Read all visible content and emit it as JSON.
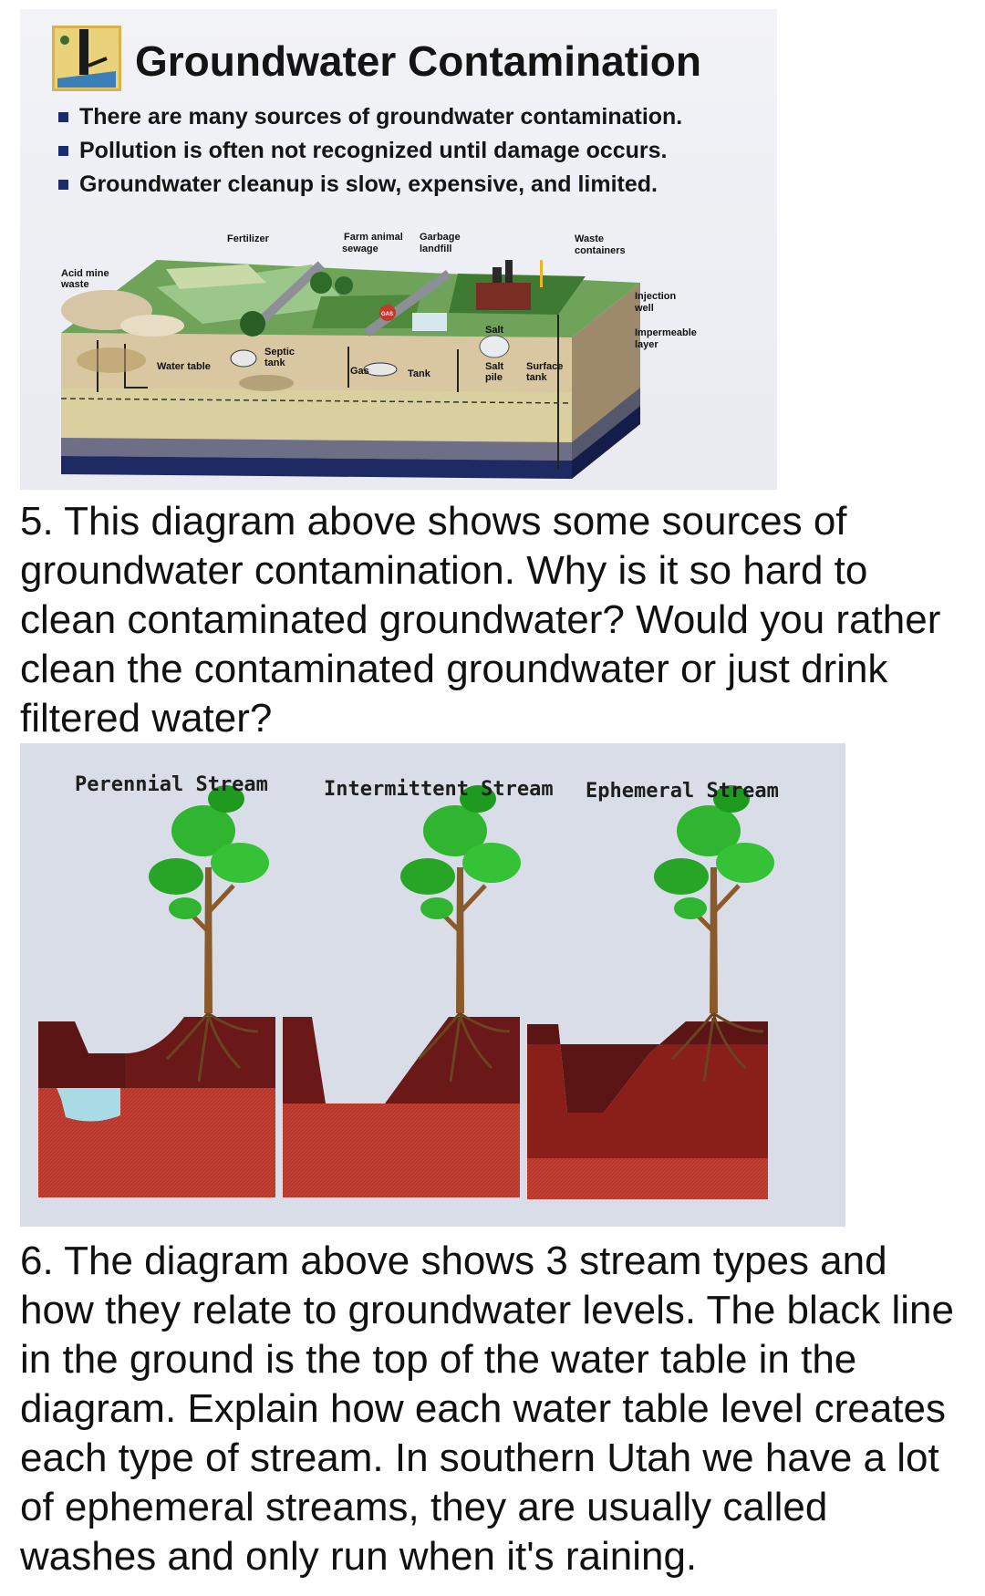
{
  "slide1": {
    "title": "Groundwater Contamination",
    "bullets": [
      "There are many sources of groundwater contamination.",
      "Pollution is often not recognized until damage occurs.",
      "Groundwater cleanup is slow, expensive, and limited."
    ],
    "diagram_labels": {
      "fertilizer": "Fertilizer",
      "farm_animal_1": "Farm animal",
      "farm_animal_2": "sewage",
      "garbage_1": "Garbage",
      "garbage_2": "landfill",
      "waste_1": "Waste",
      "waste_2": "containers",
      "acid_1": "Acid mine",
      "acid_2": "waste",
      "injection_1": "Injection",
      "injection_2": "well",
      "impermeable_1": "Impermeable",
      "impermeable_2": "layer",
      "gas_station": "GAS",
      "salt": "Salt",
      "water_table": "Water table",
      "septic_1": "Septic",
      "septic_2": "tank",
      "gas": "Gas",
      "tank": "Tank",
      "salt_pile_1": "Salt",
      "salt_pile_2": "pile",
      "surface_1": "Surface",
      "surface_2": "tank"
    }
  },
  "question5": "5. This diagram above shows some sources of groundwater contamination. Why is it so hard to clean contaminated groundwater? Would you rather clean the contaminated groundwater or just drink filtered water?",
  "slide2": {
    "labels": [
      "Perennial Stream",
      "Intermittent Stream",
      "Ephemeral Stream"
    ]
  },
  "question6": "6. The diagram above shows 3 stream types and how they relate to groundwater levels. The black line in the ground is the top of the water table in the diagram. Explain how each water table level creates each type of stream. In southern Utah we have a lot of ephemeral streams, they are usually called washes and only run when it's raining.",
  "colors": {
    "bullet": "#1b2b6b",
    "soil_dark": "#5c1515",
    "soil_saturated": "#b5352a",
    "water": "#a9dbe6",
    "tree_green": "#2fb52f",
    "trunk": "#8a5a2b"
  }
}
